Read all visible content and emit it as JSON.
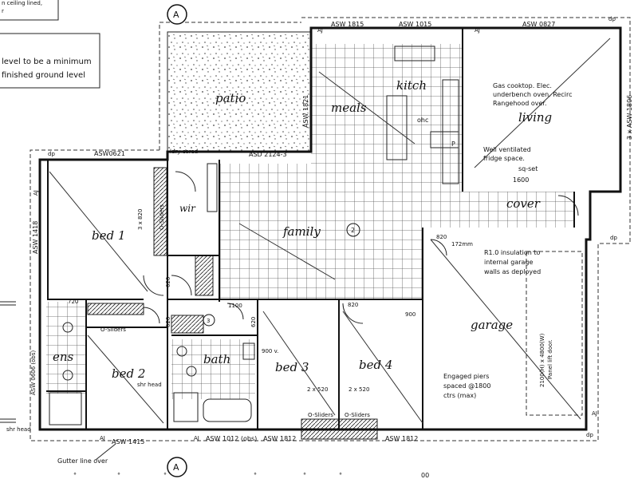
{
  "notes": {
    "top_left_fragment": [
      "n ceiling lined,",
      "r"
    ],
    "level_note": [
      "level to be a minimum",
      "finished ground level"
    ]
  },
  "section_marker": "A",
  "rooms": {
    "patio": "patio",
    "meals": "meals",
    "kitchen": "kitch",
    "living": "living",
    "family": "family",
    "family_circle": "2",
    "bed1": "bed 1",
    "bed2": "bed 2",
    "bed3": "bed 3",
    "bed4": "bed 4",
    "ens": "ens",
    "bath": "bath",
    "wir": "wir",
    "cover": "cover",
    "garage": "garage"
  },
  "windows": {
    "top": [
      "ASW 1815",
      "ASW 1015",
      "ASW 0827"
    ],
    "patio_side": "ASW 1821",
    "living_side": "3 x ASW 1806",
    "bed1_top": "ASW0621",
    "bed1_side": "ASW 1418",
    "ens_side": "ASW 0606 (obs)",
    "bottom": [
      "ASW 1415",
      "ASW 1012 (obs)",
      "ASW 1812",
      "ASW 1812"
    ],
    "sliding_door": "ASD 2124-3",
    "aj": "AJ",
    "dp": "dp"
  },
  "labels": {
    "gas_cooktop": [
      "Gas cooktop. Elec.",
      "underbench oven. Recirc",
      "Rangehood over."
    ],
    "fridge": [
      "Well ventilated",
      "fridge space."
    ],
    "sq_set": "sq-set",
    "opening_1600": "1600",
    "ohc": "ohc",
    "p": "P",
    "ldry": "ldry cored",
    "robe_dims": "3 x 820",
    "o_sliders": "O-Sliders",
    "dim_820": "820",
    "dim_620": "620",
    "dim_720": "720",
    "dim_900": "900",
    "dim_1100": "1100",
    "dim_172": "172mm",
    "circle_3": "3",
    "bath_900": "900 v.",
    "shr_head": "shr head",
    "robe_2x520": "2 x 520",
    "insulation": [
      "R1.0 insulation to",
      "internal garage",
      "walls as deployed"
    ],
    "garage_door": [
      "2100(H) x 4800(W)",
      "Panel lift door."
    ],
    "piers": [
      "Engaged piers",
      "spaced @1800",
      "ctrs (max)"
    ],
    "gutter": "Gutter line over",
    "bottom_marks": [
      "°",
      "°",
      "°",
      "°",
      "°",
      "°",
      "00"
    ]
  }
}
